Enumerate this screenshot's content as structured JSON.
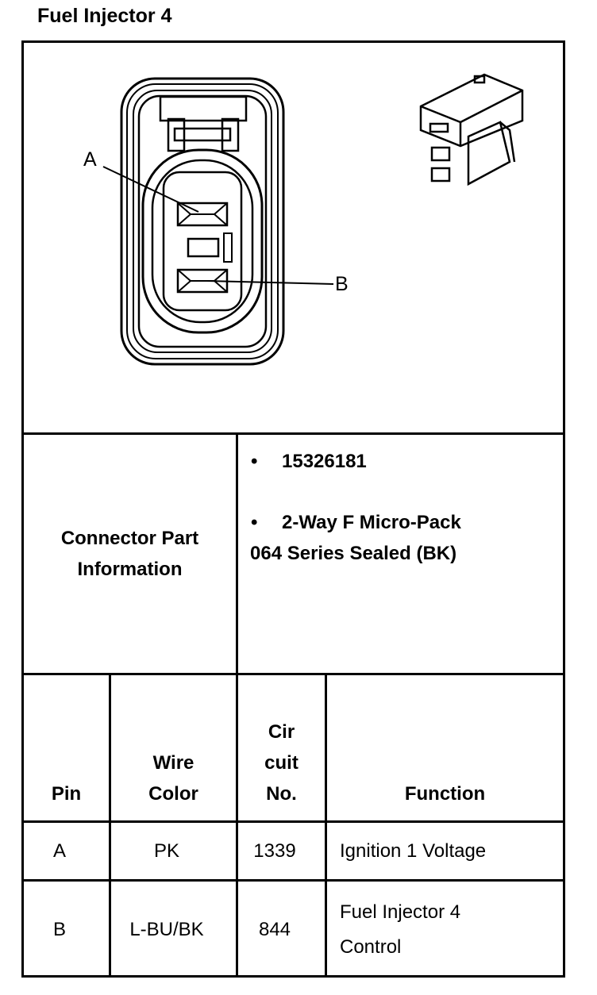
{
  "title": "Fuel Injector 4",
  "diagram": {
    "pin_labels": [
      "A",
      "B"
    ]
  },
  "connector_info": {
    "label_lines": [
      "Connector Part",
      "Information"
    ],
    "bullets": [
      {
        "text": "15326181"
      },
      {
        "text": "2-Way F Micro-Pack",
        "continuation": "064 Series Sealed (BK)"
      }
    ],
    "bullet_symbol": "•"
  },
  "pin_table": {
    "headers": {
      "pin": [
        "Pin"
      ],
      "wire_color": [
        "Wire",
        "Color"
      ],
      "circuit": [
        "Cir",
        "cuit",
        "No."
      ],
      "function": [
        "Function"
      ]
    },
    "rows": [
      {
        "pin": "A",
        "wire_color": "PK",
        "circuit": "1339",
        "function": [
          "Ignition 1 Voltage"
        ]
      },
      {
        "pin": "B",
        "wire_color": "L-BU/BK",
        "circuit": "844",
        "function": [
          "Fuel Injector 4",
          "Control"
        ]
      }
    ]
  }
}
